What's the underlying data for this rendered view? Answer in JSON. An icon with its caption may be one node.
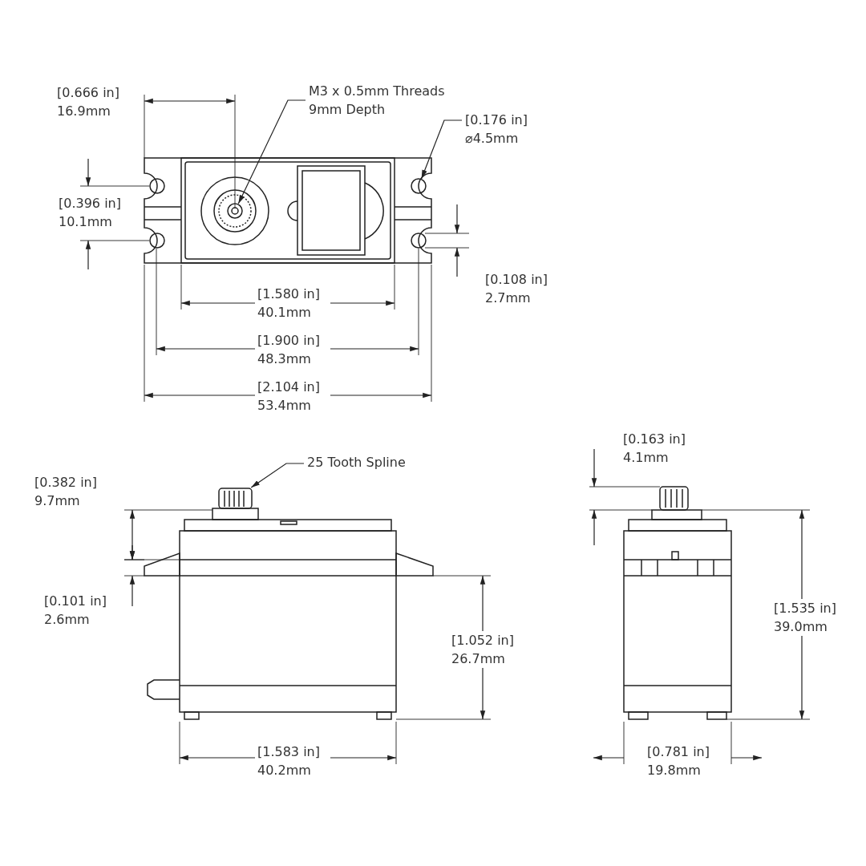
{
  "diagram": {
    "nodes": [
      {
        "text": [
          "M3 x 0.5mm Threads 9mm Depth"
        ]
      },
      {
        "text": [
          "[0.176 in] ⌀4.5mm"
        ]
      },
      {
        "text": [
          "25 Tooth Spline"
        ]
      },
      {
        "text": [],
        "shape": "circle"
      },
      {
        "text": [],
        "shape": "circle"
      },
      {
        "text": [],
        "shape": "box"
      }
    ],
    "edges": [
      {
        "from": 0,
        "to": 3,
        "arrow": "to"
      },
      {
        "from": 1,
        "to": 4,
        "arrow": "to"
      },
      {
        "from": 2,
        "to": 5,
        "arrow": "to"
      }
    ],
    "labels": [
      "[0.666 in] 16.9mm",
      "[0.396 in] 10.1mm",
      "[0.108 in] 2.7mm",
      "[1.580 in] 40.1mm",
      "[1.900 in] 48.3mm",
      "[2.104 in] 53.4mm",
      "[0.163 in] 4.1mm",
      "[0.382 in] 9.7mm",
      "[0.101 in] 2.6mm",
      "[1.052 in] 26.7mm",
      "[1.535 in] 39.0mm",
      "[1.583 in] 40.2mm",
      "[0.781 in] 19.8mm"
    ]
  }
}
